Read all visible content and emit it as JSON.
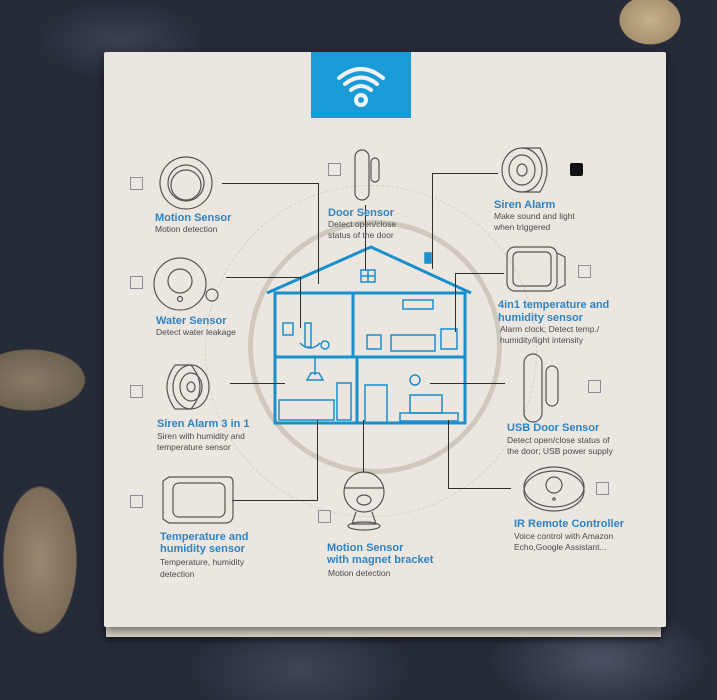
{
  "scene": {
    "description": "Back of a smart home sensor kit box on a fabric surface",
    "badge_icon": "wifi-icon",
    "colors": {
      "accent_blue": "#1a9ad6",
      "title_blue": "#2f83c3",
      "box_bg": "#ebe7e0",
      "text_gray": "#4a4a4a"
    }
  },
  "products": [
    {
      "id": "motion-sensor",
      "title": "Motion Sensor",
      "desc": "Motion detection",
      "checked": false
    },
    {
      "id": "door-sensor",
      "title": "Door Sensor",
      "desc": "Detect open/close status of the door",
      "checked": false
    },
    {
      "id": "siren-alarm",
      "title": "Siren Alarm",
      "desc": "Make sound and light when triggered",
      "checked": true
    },
    {
      "id": "water-sensor",
      "title": "Water Sensor",
      "desc": "Detect water leakage",
      "checked": false
    },
    {
      "id": "4in1-sensor",
      "title": "4in1 temperature and humidity sensor",
      "desc": "Alarm clock; Detect temp./ humidity/light intensity",
      "checked": false
    },
    {
      "id": "siren-alarm-3in1",
      "title": "Siren Alarm 3 in 1",
      "desc": "Siren with humidity and temperature sensor",
      "checked": false
    },
    {
      "id": "usb-door-sensor",
      "title": "USB Door Sensor",
      "desc": "Detect open/close status of the door; USB power supply",
      "checked": false
    },
    {
      "id": "temp-humidity-sensor",
      "title": "Temperature and humidity sensor",
      "desc": "Temperature, humidity detection",
      "checked": false
    },
    {
      "id": "motion-sensor-bracket",
      "title": "Motion Sensor with magnet bracket",
      "desc": "Motion detection",
      "checked": false
    },
    {
      "id": "ir-remote",
      "title": "IR Remote Controller",
      "desc": "Voice control with Amazon Echo,Google Assistant...",
      "checked": false
    }
  ],
  "text": {
    "p0_title": "Motion Sensor",
    "p0_desc": "Motion detection",
    "p1_title": "Door Sensor",
    "p1_desc1": "Detect open/close",
    "p1_desc2": "status of the door",
    "p2_title": "Siren Alarm",
    "p2_desc1": "Make sound and light",
    "p2_desc2": "when triggered",
    "p3_title": "Water Sensor",
    "p3_desc": "Detect water leakage",
    "p4_title1": "4in1 temperature and",
    "p4_title2": "humidity sensor",
    "p4_desc1": "Alarm clock; Detect temp./",
    "p4_desc2": "humidity/light intensity",
    "p5_title": "Siren Alarm 3 in 1",
    "p5_desc1": "Siren with humidity and",
    "p5_desc2": "temperature sensor",
    "p6_title": "USB Door Sensor",
    "p6_desc1": "Detect open/close status of",
    "p6_desc2": "the door; USB power supply",
    "p7_title1": "Temperature and",
    "p7_title2": "humidity sensor",
    "p7_desc1": "Temperature, humidity",
    "p7_desc2": "detection",
    "p8_title1": "Motion Sensor",
    "p8_title2": "with magnet bracket",
    "p8_desc": "Motion detection",
    "p9_title": "IR Remote Controller",
    "p9_desc1": "Voice control with Amazon",
    "p9_desc2": "Echo,Google Assistant..."
  }
}
